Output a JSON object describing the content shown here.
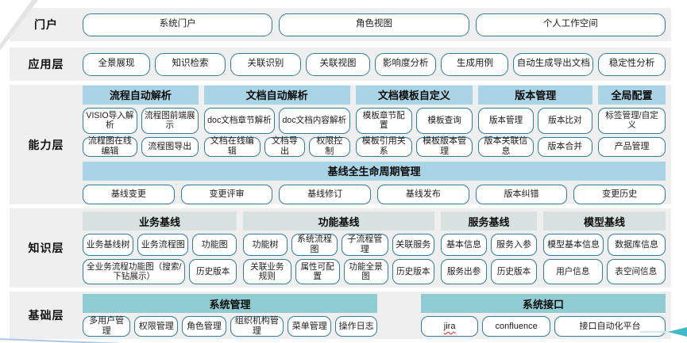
{
  "colors": {
    "band_background": "#efefef",
    "box_border": "#2f7d9b",
    "capability_header": "#a9d4e5",
    "knowledge_header": "#d6e1e0",
    "foundation_header": "#8fcdd2",
    "arrow_accent": "#3fb9c5"
  },
  "portal": {
    "label": "门户",
    "buttons": [
      "系统门户",
      "角色视图",
      "个人工作空间"
    ]
  },
  "app": {
    "label": "应用层",
    "buttons": [
      "全景展现",
      "知识检索",
      "关联识别",
      "关联视图",
      "影响度分析",
      "生成用例",
      "自动生成导出文档",
      "稳定性分析"
    ]
  },
  "capability": {
    "label": "能力层",
    "groups": [
      {
        "header": "流程自动解析",
        "row1": [
          "VISIO导入解析",
          "流程图前端展示"
        ],
        "row2": [
          "流程图在线编辑",
          "流程图导出"
        ]
      },
      {
        "header": "文档自动解析",
        "row1": [
          "doc文档章节解析",
          "doc文档内容解析"
        ],
        "row2": [
          "文档在线编辑",
          "文档导出",
          "权限控制"
        ]
      },
      {
        "header": "文档模板自定义",
        "row1": [
          "模板章节配置",
          "模板查询"
        ],
        "row2": [
          "模板引用关系",
          "模板版本管理"
        ]
      },
      {
        "header": "版本管理",
        "row1": [
          "版本管理",
          "版本比对"
        ],
        "row2": [
          "版本关联信息",
          "版本合并"
        ]
      },
      {
        "header": "全局配置",
        "row1": [
          "标签管理/自定义"
        ],
        "row2": [
          "产品管理"
        ]
      }
    ],
    "baseline": {
      "header": "基线全生命周期管理",
      "buttons": [
        "基线变更",
        "变更评审",
        "基线修订",
        "基线发布",
        "版本纠错",
        "变更历史"
      ]
    }
  },
  "knowledge": {
    "label": "知识层",
    "groups": [
      {
        "header": "业务基线",
        "row1": [
          "业务基线树",
          "业务流程图",
          "功能图"
        ],
        "row2": [
          "全业务流程功能图（搜索/下钻展示）",
          "历史版本"
        ]
      },
      {
        "header": "功能基线",
        "row1": [
          "功能树",
          "系统流程图",
          "子流程管理",
          "关联服务"
        ],
        "row2": [
          "关联业务规则",
          "属性可配置",
          "功能全景图",
          "历史版本"
        ]
      },
      {
        "header": "服务基线",
        "row1": [
          "基本信息",
          "服务入参"
        ],
        "row2": [
          "服务出参",
          "历史版本"
        ]
      },
      {
        "header": "模型基线",
        "row1": [
          "模型基本信息",
          "数据库信息"
        ],
        "row2": [
          "用户信息",
          "表空间信息"
        ]
      }
    ]
  },
  "foundation": {
    "label": "基础层",
    "groups": [
      {
        "header": "系统管理",
        "buttons": [
          "多用户管理",
          "权限管理",
          "角色管理",
          "组织机构管理",
          "菜单管理",
          "操作日志"
        ]
      },
      {
        "header": "系统接口",
        "buttons": [
          "jira",
          "confluence",
          "接口自动化平台"
        ]
      }
    ]
  }
}
